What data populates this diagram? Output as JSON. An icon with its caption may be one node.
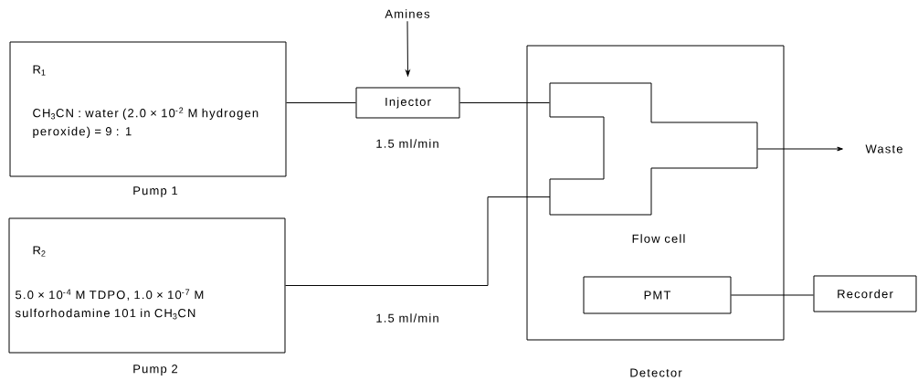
{
  "diagram": {
    "nodes": [
      {
        "text": [
          "R$_{1}$",
          "CH$_{3}$CN : water (2.0 × 10$^{-2}$ M hydrogen peroxide) = 9 : 1"
        ],
        "beside": [
          "Pump 1"
        ]
      },
      {
        "text": [
          "R$_{2}$",
          "5.0 × 10$^{-4}$ M TDPO, 1.0 × 10$^{-7}$ M sulforhodamine 101 in CH$_{3}$CN"
        ],
        "beside": [
          "Pump 2"
        ]
      },
      {
        "text": [
          "Injector"
        ],
        "beside": [
          "1.5 ml/min"
        ]
      },
      {
        "text": [
          "Amines"
        ]
      },
      {
        "text": [],
        "shape": "box",
        "beside": [
          "Detector"
        ]
      },
      {
        "text": [],
        "shape": "channel",
        "in": 4,
        "beside": [
          "Flow cell"
        ]
      },
      {
        "text": [
          "PMT"
        ],
        "in": 4
      },
      {
        "text": [
          "Recorder"
        ]
      },
      {
        "text": [
          "Waste"
        ]
      }
    ],
    "edges": [
      {
        "from": 3,
        "to": 2,
        "arrow": "to"
      },
      {
        "from": 0,
        "to": 2,
        "arrow": "none"
      },
      {
        "from": 2,
        "to": 5,
        "arrow": "none"
      },
      {
        "from": 1,
        "to": 5,
        "arrow": "none",
        "label": "1.5 ml/min"
      },
      {
        "from": 5,
        "to": 8,
        "arrow": "to"
      },
      {
        "from": 6,
        "to": 7,
        "arrow": "none"
      }
    ]
  }
}
